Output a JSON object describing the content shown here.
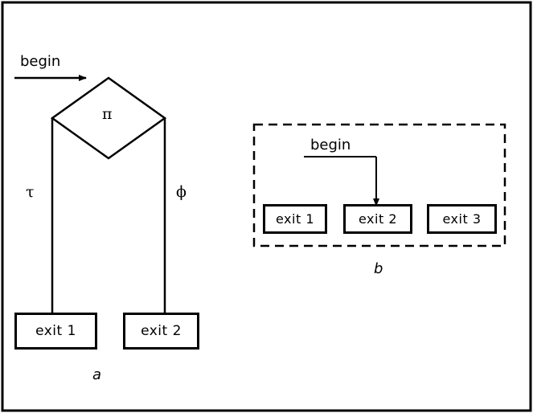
{
  "diagram_a": {
    "entry_label": "begin",
    "decision_label": "π",
    "left_branch_label": "τ",
    "right_branch_label": "ϕ",
    "exits": [
      "exit 1",
      "exit 2"
    ],
    "caption": "a"
  },
  "diagram_b": {
    "entry_label": "begin",
    "exits": [
      "exit 1",
      "exit 2",
      "exit 3"
    ],
    "caption": "b"
  },
  "colors": {
    "ink": "#000000",
    "background": "#ffffff"
  }
}
